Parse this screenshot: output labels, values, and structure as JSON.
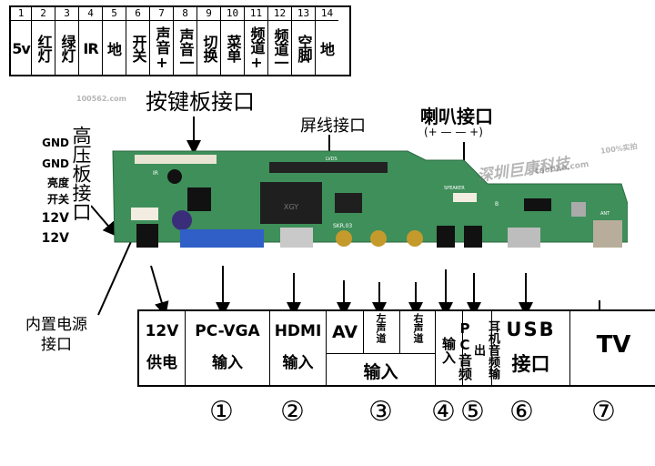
{
  "pins": [
    {
      "num": "1",
      "label": "5v"
    },
    {
      "num": "2",
      "label": "红灯"
    },
    {
      "num": "3",
      "label": "绿灯"
    },
    {
      "num": "4",
      "label": "IR"
    },
    {
      "num": "5",
      "label": "地"
    },
    {
      "num": "6",
      "label": "开关"
    },
    {
      "num": "7",
      "label": "声音+"
    },
    {
      "num": "8",
      "label": "声音一"
    },
    {
      "num": "9",
      "label": "切换"
    },
    {
      "num": "10",
      "label": "菜单"
    },
    {
      "num": "11",
      "label": "频道+"
    },
    {
      "num": "12",
      "label": "频道一"
    },
    {
      "num": "13",
      "label": "空脚"
    },
    {
      "num": "14",
      "label": "地"
    }
  ],
  "captions": {
    "keyboard_port": "按键板接口",
    "screen_port": "屏线接口",
    "speaker_port": "喇叭接口",
    "speaker_polarity": "(+  —  —  +)",
    "internal_power": "内置电源\n接口"
  },
  "hv_board": {
    "title": "高压板接口",
    "items": [
      "GND",
      "GND",
      "亮度",
      "开关",
      "12V",
      "12V"
    ]
  },
  "pcb_labels": {
    "watermark": "深圳巨康科技",
    "watermark_site": "taobao.com",
    "watermark_site_top": "100562.com",
    "watermark_pct": "100%实拍",
    "chip_text": "XGY",
    "silk_ir": "IR",
    "silk_speaker": "SPEAKER",
    "silk_lvds": "LVDS",
    "silk_skr": "SKR.03",
    "silk_ant": "ANT",
    "silk_b": "B"
  },
  "io_table": {
    "power": {
      "line1": "12V",
      "line2": "供电"
    },
    "vga": {
      "line1": "PC-VGA",
      "line2": "输入"
    },
    "hdmi": {
      "line1": "HDMI",
      "line2": "输入"
    },
    "av": {
      "label": "AV",
      "left": "左声道",
      "right": "右声道",
      "input": "输入"
    },
    "pc_audio": {
      "label": "PC音频输入"
    },
    "earphone": {
      "label": "耳机音频输出"
    },
    "usb": {
      "line1": "USB",
      "line2": "接口"
    },
    "tv": {
      "label": "TV"
    }
  },
  "numbers": [
    "①",
    "②",
    "③",
    "④",
    "⑤",
    "⑥",
    "⑦"
  ]
}
